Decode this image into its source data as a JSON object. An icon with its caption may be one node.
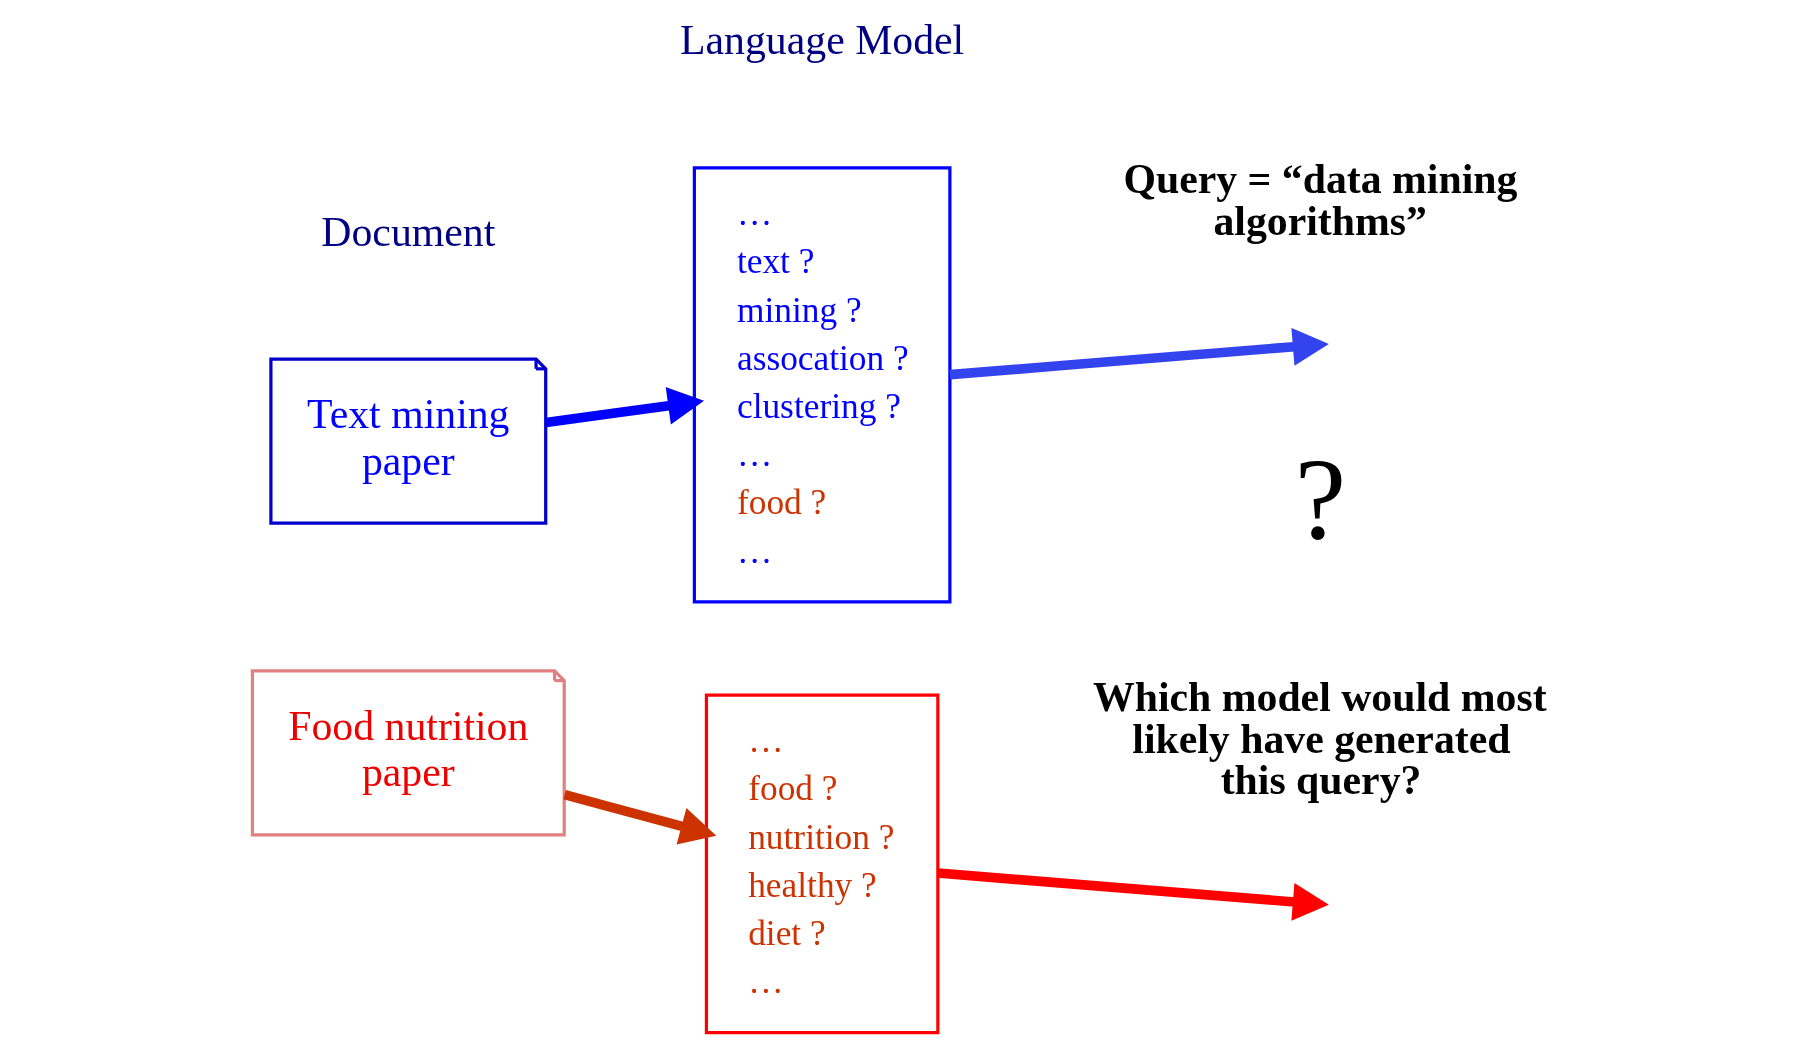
{
  "diagram": {
    "nodes": [
      {
        "text": [
          "Text mining paper"
        ]
      },
      {
        "text": [
          "…",
          "text ?",
          "mining ?",
          "assocation ?",
          "clustering ?",
          "…",
          "food ?",
          "…"
        ]
      },
      {
        "text": [
          "Food nutrition paper"
        ]
      },
      {
        "text": [
          "…",
          "food ?",
          "nutrition ?",
          "healthy ?",
          "diet ?",
          "…"
        ]
      }
    ],
    "edges": [
      {
        "from": 0,
        "to": 1,
        "arrow": "to",
        "color": "#0000ff"
      },
      {
        "from": 1,
        "to": null,
        "arrow": "to",
        "color": "#3344ee"
      },
      {
        "from": 2,
        "to": 3,
        "arrow": "to",
        "color": "#cc3300"
      },
      {
        "from": 3,
        "to": null,
        "arrow": "to",
        "color": "#ff0000"
      }
    ],
    "labels": [
      "Document",
      "Language Model",
      "Query = “data mining algorithms”",
      "?",
      "Which model would most likely have generated this query?"
    ]
  }
}
